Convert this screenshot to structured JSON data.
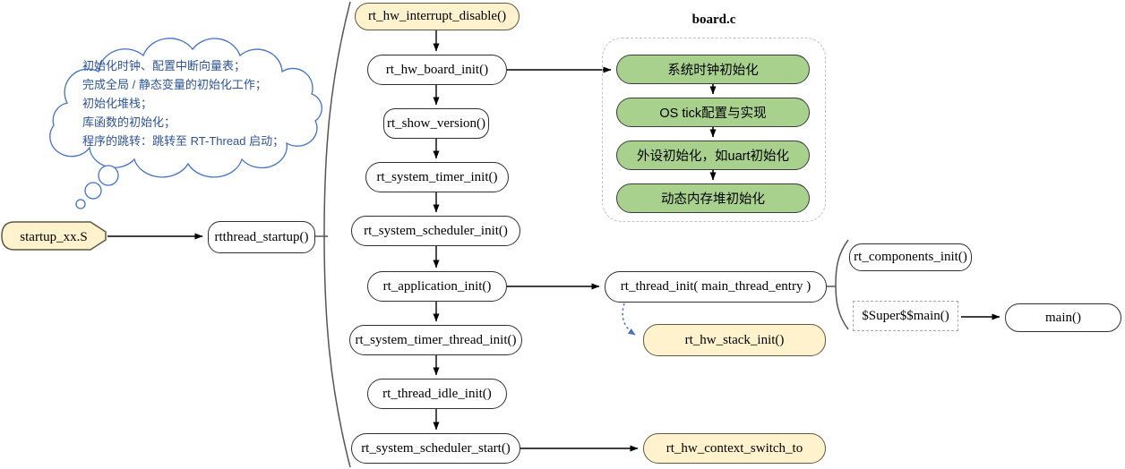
{
  "cloud": {
    "lines": [
      "初始化时钟、配置中断向量表；",
      "完成全局 / 静态变量的初始化工作；",
      "初始化堆栈；",
      "库函数的初始化；",
      "程序的跳转：跳转至 RT-Thread 启动；"
    ]
  },
  "nodes": {
    "startup_file": "startup_xx.S",
    "rtthread_startup": "rtthread_startup()",
    "rt_hw_interrupt_disable": "rt_hw_interrupt_disable()",
    "rt_hw_board_init": "rt_hw_board_init()",
    "rt_show_version": "rt_show_version()",
    "rt_system_timer_init": "rt_system_timer_init()",
    "rt_system_scheduler_init": "rt_system_scheduler_init()",
    "rt_application_init": "rt_application_init()",
    "rt_system_timer_thread_init": "rt_system_timer_thread_init()",
    "rt_thread_idle_init": "rt_thread_idle_init()",
    "rt_system_scheduler_start": "rt_system_scheduler_start()",
    "rt_thread_init": "rt_thread_init( main_thread_entry )",
    "rt_hw_stack_init": "rt_hw_stack_init()",
    "rt_hw_context_switch_to": "rt_hw_context_switch_to",
    "rt_components_init": "rt_components_init()",
    "super_main": "$Super$$main()",
    "main": "main()"
  },
  "board_group": {
    "title": "board.c",
    "steps": [
      "系统时钟初始化",
      "OS tick配置与实现",
      "外设初始化，如uart初始化",
      "动态内存堆初始化"
    ]
  },
  "colors": {
    "highlight_fill": "#FFF2CC",
    "green_fill": "#A9D18E",
    "node_border": "#2f2f2f",
    "cloud_stroke": "#4472C4",
    "cloud_text": "#2E5496",
    "arrow": "#000000",
    "dashed_arrow": "#4472C4",
    "bracket": "#555555"
  }
}
